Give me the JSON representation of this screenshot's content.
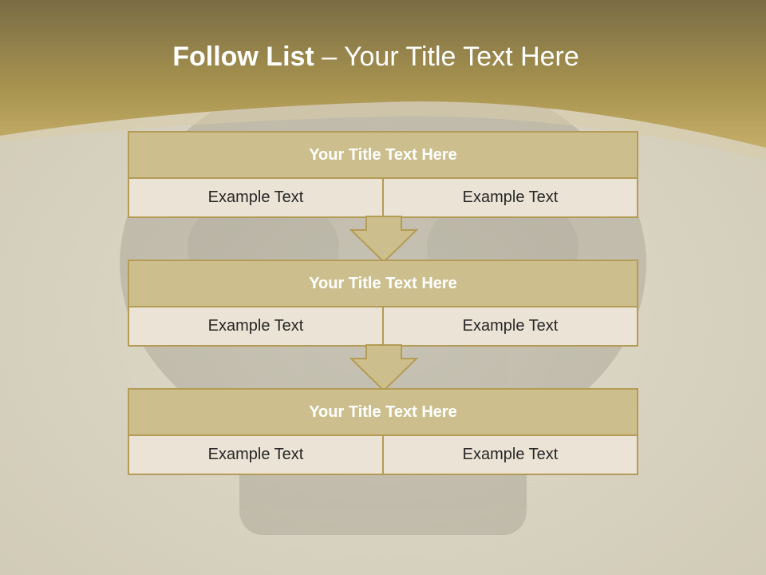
{
  "title": {
    "bold": "Follow List",
    "normal": " – Your Title Text Here"
  },
  "blocks": [
    {
      "header": "Your Title Text Here",
      "cells": [
        "Example Text",
        "Example Text"
      ]
    },
    {
      "header": "Your Title Text Here",
      "cells": [
        "Example Text",
        "Example Text"
      ]
    },
    {
      "header": "Your Title Text Here",
      "cells": [
        "Example Text",
        "Example Text"
      ]
    }
  ],
  "colors": {
    "accent": "#b49c56",
    "header_fill": "#cdbf8d",
    "cell_fill": "#ebe4d6",
    "banner": "#a8944f"
  }
}
